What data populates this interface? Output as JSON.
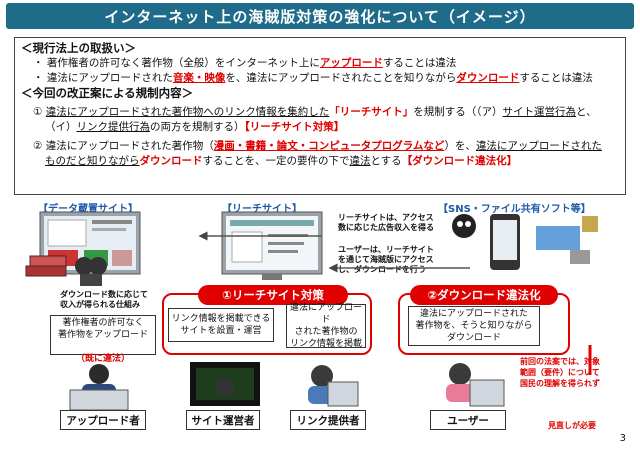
{
  "title": "インターネット上の海賊版対策の強化について（イメージ）",
  "current_law": {
    "heading": "＜現行法上の取扱い＞",
    "line1": {
      "a": "・ 著作権者の許可なく著作物（全般）をインターネット上に",
      "b": "アップロード",
      "c": "することは違法"
    },
    "line2": {
      "a": "・ 違法にアップロードされた",
      "b": "音楽・映像",
      "c": "を、違法にアップロードされたことを知りながら",
      "d": "ダウンロード",
      "e": "することは違法"
    }
  },
  "reform": {
    "heading": "＜今回の改正案による規制内容＞",
    "item1": {
      "a": "① ",
      "b": "違法にアップロードされた著作物へのリンク情報を集約した",
      "c": "「リーチサイト」",
      "d": "を規制する（（ア）",
      "e": "サイト運営行為",
      "f": "と、",
      "g": "（イ）",
      "h": "リンク提供行為",
      "i": "の両方を規制する）",
      "j": "【リーチサイト対策】"
    },
    "item2": {
      "a": "② 違法にアップロードされた著作物（",
      "b": "漫画・書籍・論文・コンピュータプログラムなど",
      "c": "）を、",
      "d": "違法にアップロードされた",
      "e": "ものだと知りながら",
      "f": "ダウンロード",
      "g": "することを、一定の要件の下で",
      "h": "違法",
      "i": "とする",
      "j": "【ダウンロード違法化】"
    }
  },
  "diagram": {
    "data_site_label": "【データ蔵置サイト】",
    "reach_site_label": "【リーチサイト】",
    "sns_label": "【SNS・ファイル共有ソフト等】",
    "reach_note": "リーチサイトは、アクセス\n数に応じた広告収入を得る",
    "user_note": "ユーザーは、リーチサイト\nを通じて海賊版にアクセス\nし、ダウンロードを行う",
    "download_note": "ダウンロード数に応じて\n収入が得られる仕組み",
    "reach_measures": "①リーチサイト対策",
    "download_illegal": "②ダウンロード違法化",
    "box_upload": "著作権者の許可なく\n著作物をアップロード",
    "box_upload_red": "（既に違法）",
    "box_site": "リンク情報を掲載できる\nサイトを設置・運営",
    "box_link": "違法にアップロード\nされた著作物の\nリンク情報を掲載",
    "box_download": "違法にアップロードされた\n著作物を、そうと知りながら\nダウンロード",
    "side_note": "前回の法案では、対象\n範囲（要件）について\n国民の理解を得られず",
    "side_note2": "見直しが必要",
    "role_uploader": "アップロード者",
    "role_site_operator": "サイト運営者",
    "role_link_provider": "リンク提供者",
    "role_user": "ユーザー"
  },
  "page_number": "3",
  "colors": {
    "title_bg": "#1f6b8a",
    "accent_red": "#e00000",
    "label_blue": "#1f5aa6"
  }
}
